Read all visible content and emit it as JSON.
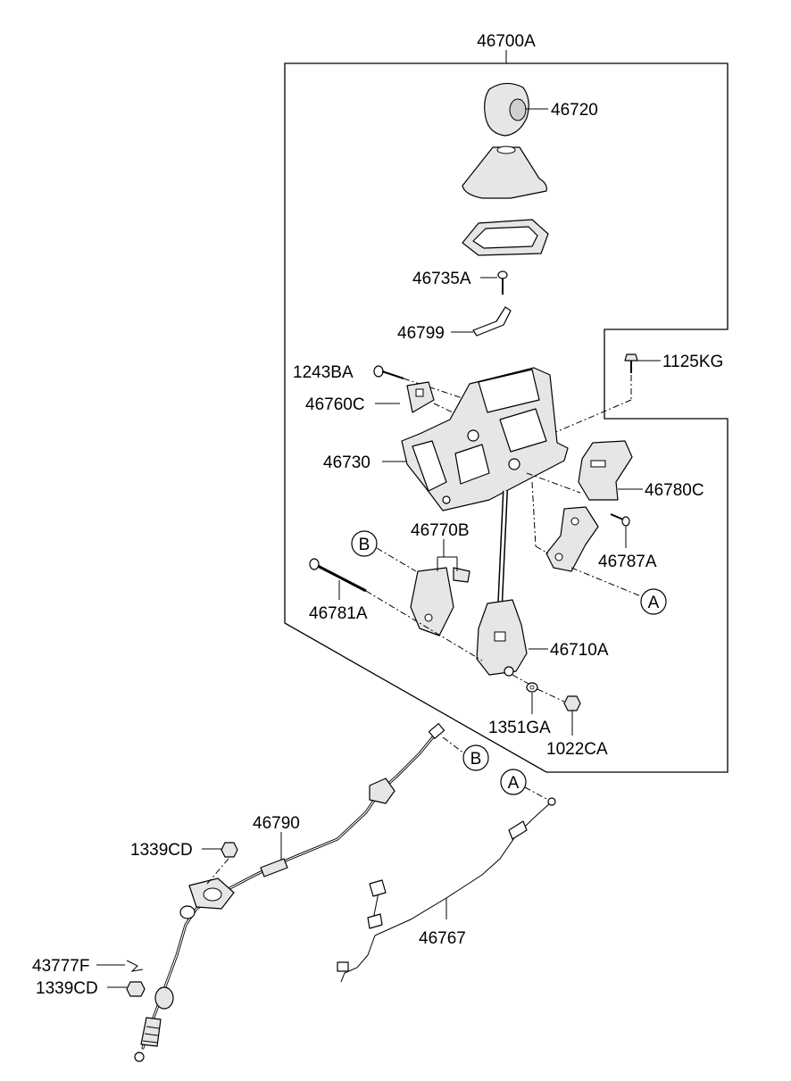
{
  "assembly_label": "46700A",
  "callouts": {
    "p46720": "46720",
    "p46735A": "46735A",
    "p46799": "46799",
    "p1125KG": "1125KG",
    "p1243BA": "1243BA",
    "p46760C": "46760C",
    "p46730": "46730",
    "p46780C": "46780C",
    "p46787A": "46787A",
    "p46770B": "46770B",
    "p46781A": "46781A",
    "p46710A": "46710A",
    "p1351GA": "1351GA",
    "p1022CA": "1022CA",
    "p46790": "46790",
    "p1339CD_top": "1339CD",
    "p43777F": "43777F",
    "p1339CD_bottom": "1339CD",
    "p46767": "46767"
  },
  "reference_markers": {
    "a_upper": "A",
    "b_upper": "B",
    "b_lower": "B",
    "a_lower": "A"
  },
  "colors": {
    "line": "#000000",
    "background": "#ffffff",
    "part_shade": "#e6e6e6"
  }
}
